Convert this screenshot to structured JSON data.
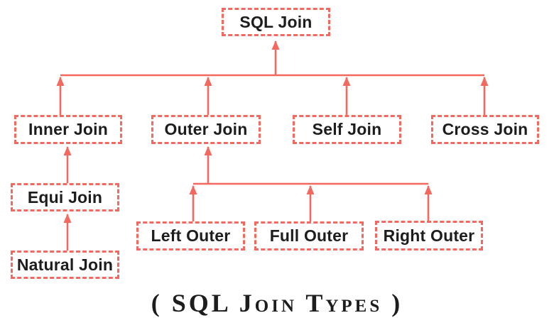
{
  "diagram": {
    "caption": "( SQL Join Types )",
    "colors": {
      "accent": "#f4695f",
      "text": "#1d1d1d",
      "background": "#ffffff"
    },
    "nodes": {
      "sql_join": "SQL Join",
      "inner_join": "Inner Join",
      "outer_join": "Outer Join",
      "self_join": "Self Join",
      "cross_join": "Cross Join",
      "equi_join": "Equi Join",
      "natural_join": "Natural Join",
      "left_outer": "Left Outer",
      "full_outer": "Full Outer",
      "right_outer": "Right Outer"
    },
    "edges": [
      "inner_join -> sql_join",
      "outer_join -> sql_join",
      "self_join -> sql_join",
      "cross_join -> sql_join",
      "equi_join -> inner_join",
      "natural_join -> equi_join",
      "left_outer -> outer_join",
      "full_outer -> outer_join",
      "right_outer -> outer_join"
    ]
  }
}
